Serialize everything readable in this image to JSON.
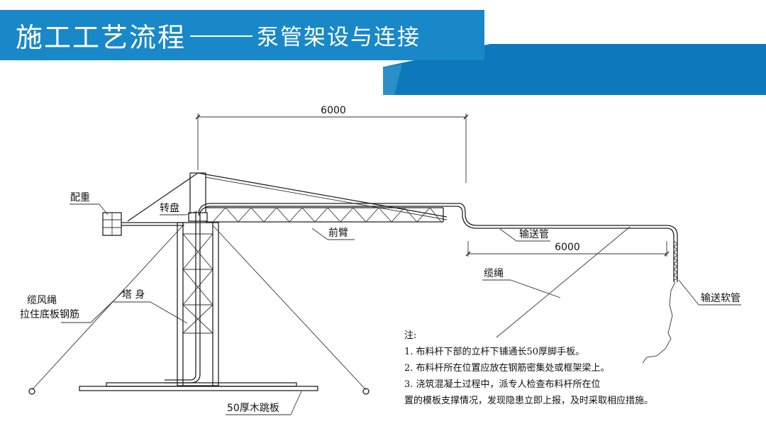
{
  "header": {
    "title_main": "施工工艺流程",
    "title_sub": "泵管架设与连接"
  },
  "diagram": {
    "dim_top": "6000",
    "dim_bottom": "6000",
    "labels": {
      "counterweight": "配重",
      "turntable": "转盘",
      "front_arm": "前臂",
      "delivery_pipe": "输送管",
      "cable": "缆绳",
      "guy_rope_1": "缆风绳",
      "guy_rope_2": "拉住底板钢筋",
      "tower_body": "塔 身",
      "hose": "输送软管",
      "plank": "50厚木跳板"
    },
    "notes": {
      "heading": "注:",
      "lines": [
        "1. 布料杆下部的立杆下铺通长50厚脚手板。",
        "2. 布料杆所在位置应放在钢筋密集处或框架梁上。",
        "3. 浇筑混凝土过程中，派专人检查布料杆所在位",
        "置的模板支撑情况，发现隐患立即上报，及时采取相应措施。"
      ]
    }
  }
}
